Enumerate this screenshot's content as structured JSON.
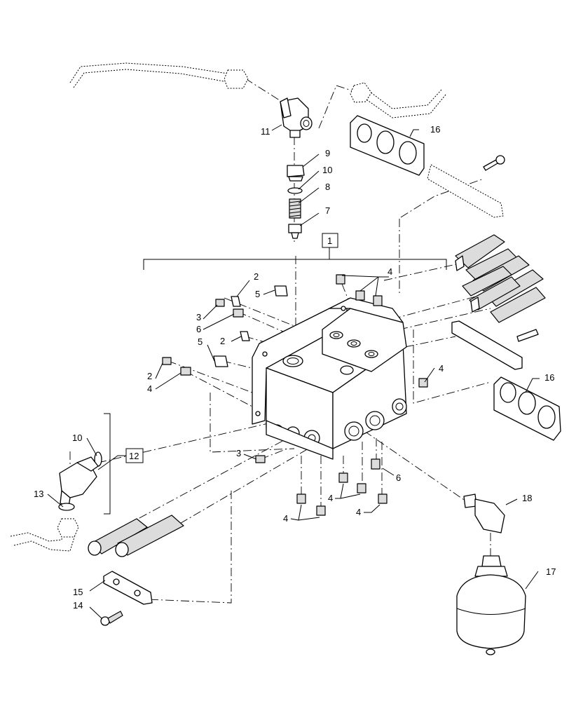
{
  "callouts": {
    "c1": "1",
    "c2a": "2",
    "c2b": "2",
    "c2c": "2",
    "c3a": "3",
    "c3b": "3",
    "c4a": "4",
    "c4b": "4",
    "c4c": "4",
    "c4d": "4",
    "c4e": "4",
    "c4f": "4",
    "c5a": "5",
    "c5b": "5",
    "c6a": "6",
    "c6b": "6",
    "c7": "7",
    "c8": "8",
    "c9": "9",
    "c10a": "10",
    "c10b": "10",
    "c11": "11",
    "c12": "12",
    "c13": "13",
    "c14": "14",
    "c15": "15",
    "c16a": "16",
    "c16b": "16",
    "c17": "17",
    "c18": "18"
  }
}
